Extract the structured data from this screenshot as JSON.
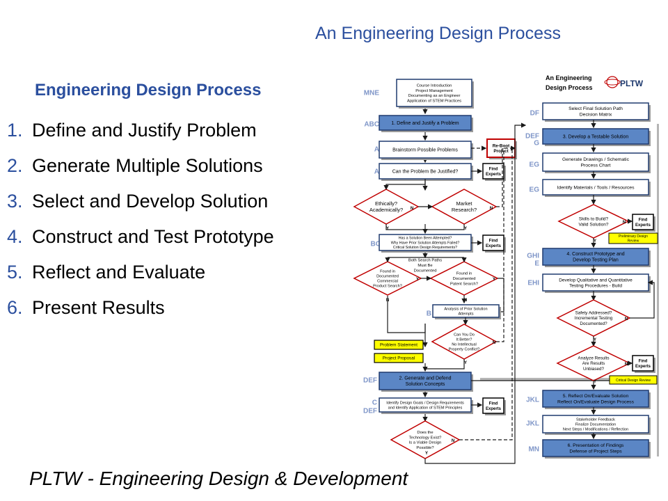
{
  "slide": {
    "title": "An Engineering Design Process",
    "heading": "Engineering Design Process",
    "steps": [
      {
        "num": "1.",
        "text": "Define and Justify Problem"
      },
      {
        "num": "2.",
        "text": "Generate Multiple Solutions"
      },
      {
        "num": "3.",
        "text": "Select and Develop Solution"
      },
      {
        "num": "4.",
        "text": "Construct and Test Prototype"
      },
      {
        "num": "5.",
        "text": "Reflect and Evaluate"
      },
      {
        "num": "6.",
        "text": "Present Results"
      }
    ],
    "footer": "PLTW - Engineering Design & Development"
  },
  "flowchart": {
    "header_line1": "An Engineering",
    "header_line2": "Design Process",
    "logo_text": "PLTW",
    "colors": {
      "navy": "#1f3a6e",
      "box_blue": "#5b86c5",
      "arrow": "#1a1a1a",
      "yellow": "#ffff00",
      "red_box": "#c00000",
      "tag": "#7f96c8",
      "gray_lane": "#b5b5b5"
    },
    "left_tags": [
      "MNE",
      "ABC",
      "A",
      "A",
      "BC",
      "B",
      "DEF",
      "C",
      "DEF"
    ],
    "right_tags": [
      "DF",
      "DEF",
      "G",
      "EG",
      "EG",
      "GHI",
      "E",
      "EHI",
      "JKL",
      "JKL",
      "MN"
    ],
    "left_boxes": {
      "intro": [
        "Course Introduction",
        "Project Management",
        "Documenting as an Engineer",
        "Application of STEM Practices"
      ],
      "define": "1. Define and Justify a Problem",
      "brainstorm": "Brainstorm Possible Problems",
      "justified": "Can the Problem Be Justified?",
      "analysis": [
        "Analysis of Prior Solution",
        "Attempts"
      ],
      "prior": [
        "Has a Solution Been Attempted?",
        "Why Have Prior Solution Attempts Failed?",
        "Critical Solution Design Requirements?"
      ],
      "generate": [
        "2. Generate and Defend",
        "Solution Concepts"
      ],
      "goals": [
        "Identify Design Goals / Design Requirements",
        "and Identify Application of STEM Principles"
      ]
    },
    "left_diamonds": {
      "ethical": [
        "Ethically?",
        "Academically?"
      ],
      "market": [
        "Market",
        "Research?"
      ],
      "product": [
        "Found in",
        "Documented",
        "Commercial",
        "Product Search?"
      ],
      "patent": [
        "Found in",
        "Documented",
        "Patent Search?"
      ],
      "better": [
        "Can You Do",
        "It Better?",
        "No Intellectual",
        "Property Conflict?"
      ],
      "tech": [
        "Does the",
        "Technology Exist?",
        "Is a Viable Design",
        "Possible?"
      ]
    },
    "both_paths": [
      "Both Search Paths",
      "Must Be",
      "Documented"
    ],
    "reboot": [
      "Re-Boot",
      "Project"
    ],
    "find_experts": [
      "Find",
      "Experts"
    ],
    "problem_statement": "Problem Statement",
    "project_proposal": "Project Proposal",
    "right_boxes": {
      "select": [
        "Select Final Solution Path",
        "Decision Matrix"
      ],
      "develop": "3. Develop a Testable Solution",
      "drawings": [
        "Generate Drawings / Schematic",
        "Process Chart"
      ],
      "materials": "Identify Materials / Tools / Resources",
      "construct": [
        "4. Construct Prototype and",
        "Develop Testing Plan"
      ],
      "testing": [
        "Develop Qualitative and Quantitative",
        "Testing Procedures - Build"
      ],
      "reflect": [
        "5. Reflect On/Evaluate Solution",
        "Reflect On/Evaluate Design Process"
      ],
      "feedback": [
        "Stakeholder Feedback",
        "Finalize Documentation",
        "Next Steps / Modifications / Reflection"
      ],
      "present": [
        "6. Presentation of Findings",
        "Defense of Project Steps"
      ]
    },
    "right_diamonds": {
      "skills": [
        "Skills to Build?",
        "Valid Solution?"
      ],
      "safety": [
        "Safety Addressed?",
        "Incremental Testing",
        "Documented?"
      ],
      "analyze": [
        "Analyze Results",
        "Are Results",
        "Unbiased?"
      ]
    },
    "preliminary_review": [
      "Preliminary Design",
      "Review"
    ],
    "critical_review": "Critical Design Review",
    "yes": "Y",
    "no": "N"
  }
}
